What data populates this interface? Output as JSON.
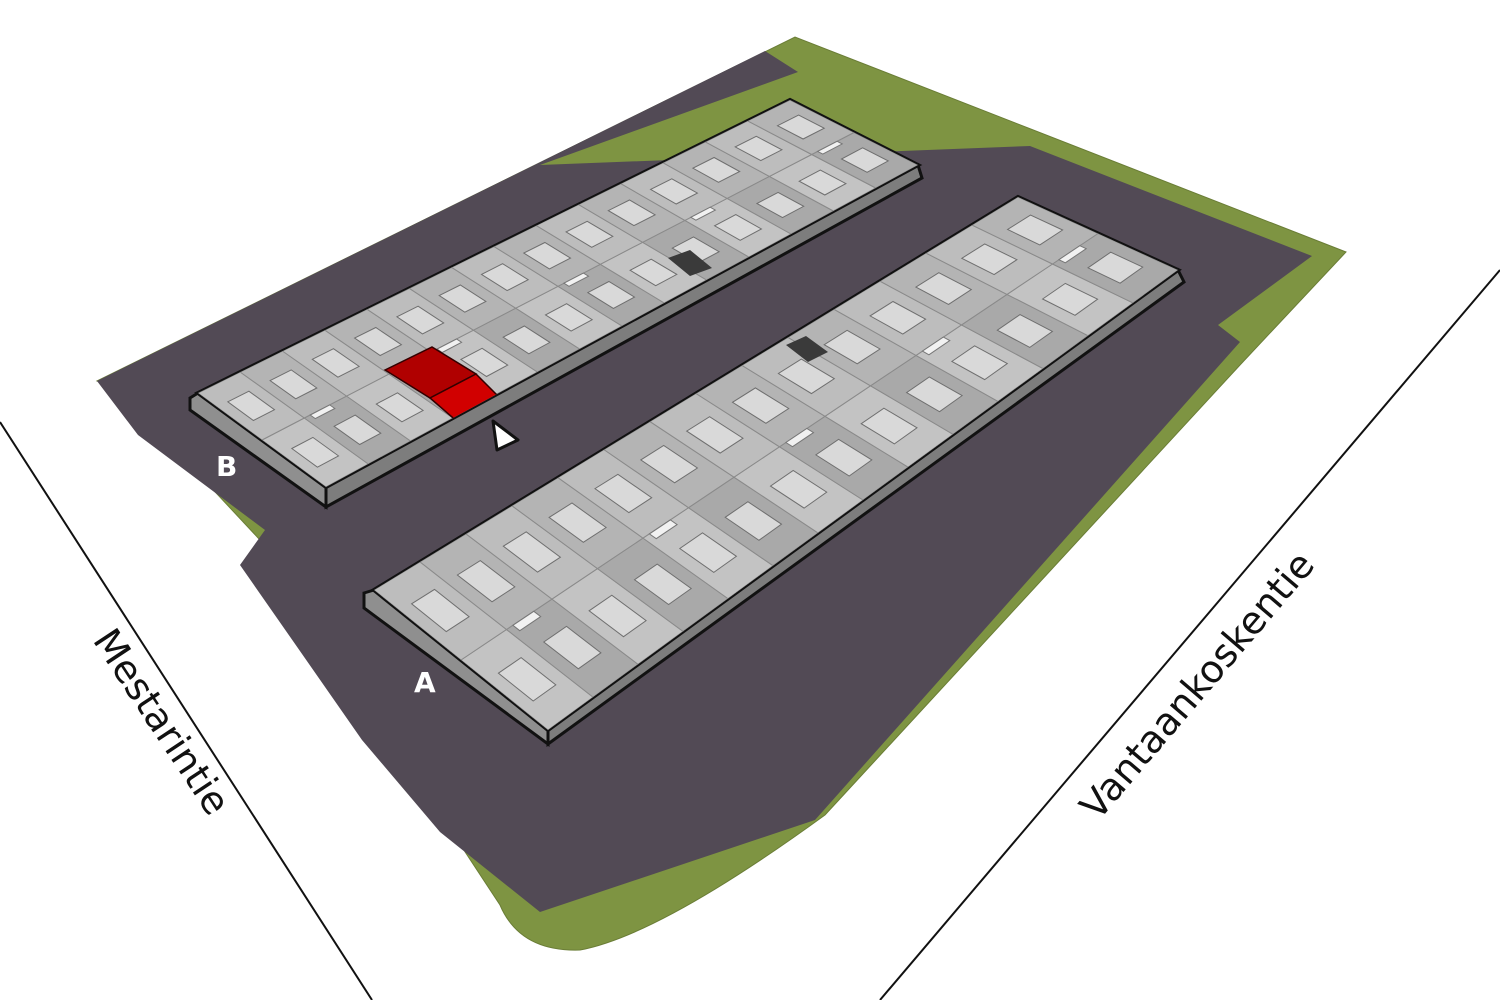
{
  "streets": {
    "west": "Mestarintie",
    "east": "Vantaankoskentie"
  },
  "buildings": {
    "a": {
      "label": "A"
    },
    "b": {
      "label": "B"
    }
  },
  "colors": {
    "grass": "#7e9442",
    "asphalt": "#524a55",
    "roof": "#c3c3c3",
    "roof_dark": "#a9a9a9",
    "wall": "#8f8f8f",
    "highlight": "#d10000",
    "outline": "#111111"
  },
  "highlight": {
    "building": "B",
    "marker": "pointer-triangle-icon"
  }
}
